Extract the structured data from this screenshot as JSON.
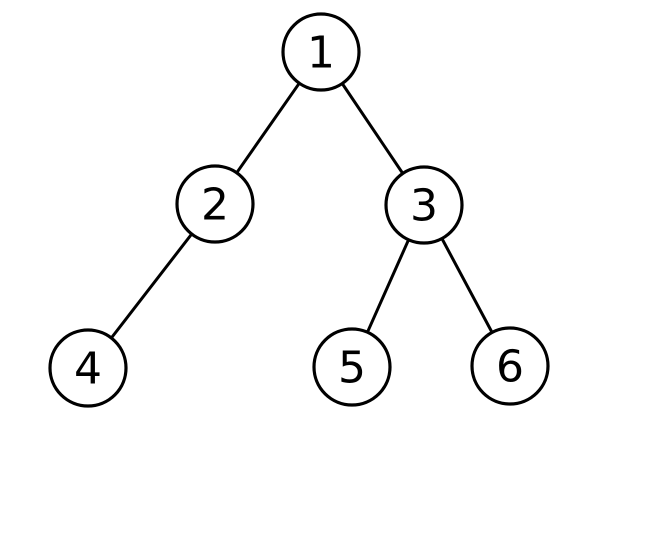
{
  "tree": {
    "nodes": [
      {
        "id": "1",
        "label": "1"
      },
      {
        "id": "2",
        "label": "2"
      },
      {
        "id": "3",
        "label": "3"
      },
      {
        "id": "4",
        "label": "4"
      },
      {
        "id": "5",
        "label": "5"
      },
      {
        "id": "6",
        "label": "6"
      }
    ],
    "edges": [
      {
        "from": "1",
        "to": "2"
      },
      {
        "from": "1",
        "to": "3"
      },
      {
        "from": "2",
        "to": "4"
      },
      {
        "from": "3",
        "to": "5"
      },
      {
        "from": "3",
        "to": "6"
      }
    ]
  },
  "colors": {
    "line": "#000000",
    "node_fill": "#ffffff",
    "background": "#ffffff"
  }
}
